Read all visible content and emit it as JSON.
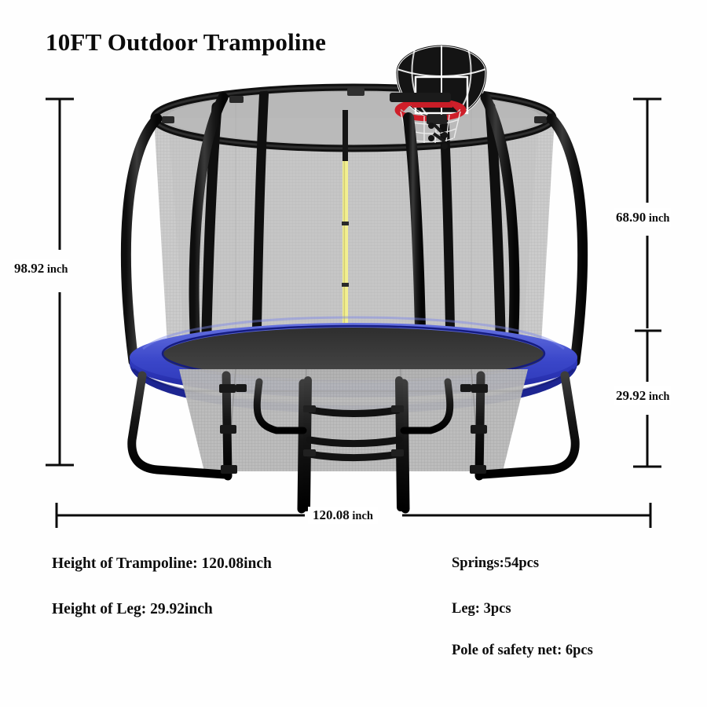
{
  "page": {
    "title": "10FT Outdoor Trampoline",
    "background_color": "#ffffff",
    "text_color": "#0d0d0d"
  },
  "product": {
    "name": "10FT Outdoor Trampoline",
    "frame_pad_color": "#2f3bbf",
    "frame_color": "#1c1c1c",
    "net_color": "#c4c4c4",
    "hoop_color": "#cf1f2a",
    "zipper_color": "#f2ee8a"
  },
  "dimensions": {
    "overall_height": {
      "value": "98.92",
      "unit": "inch",
      "position": "left"
    },
    "net_height": {
      "value": "68.90",
      "unit": "inch",
      "position": "right-top"
    },
    "leg_height": {
      "value": "29.92",
      "unit": "inch",
      "position": "right-bottom"
    },
    "width": {
      "value": "120.08",
      "unit": "inch",
      "position": "bottom"
    }
  },
  "specs_left": [
    {
      "label": "Height of Trampoline:",
      "value": "120.08inch",
      "text": "Height of Trampoline:   120.08inch"
    },
    {
      "label": "Height of Leg:",
      "value": "29.92inch",
      "text": "Height of Leg: 29.92inch"
    }
  ],
  "specs_right": [
    {
      "label": "Springs:",
      "value": "54pcs",
      "text": "Springs:54pcs"
    },
    {
      "label": "Leg:",
      "value": "3pcs",
      "text": "Leg: 3pcs"
    },
    {
      "label": "Pole of safety net:",
      "value": "6pcs",
      "text": "Pole of safety net: 6pcs"
    }
  ],
  "parts": {
    "basketball_hoop": "basketball-hoop",
    "safety_net": "safety-net",
    "jump_mat": "jump-mat",
    "frame_pad": "frame-pad",
    "ladder": "ladder",
    "legs": "legs",
    "zipper": "net-zipper"
  }
}
